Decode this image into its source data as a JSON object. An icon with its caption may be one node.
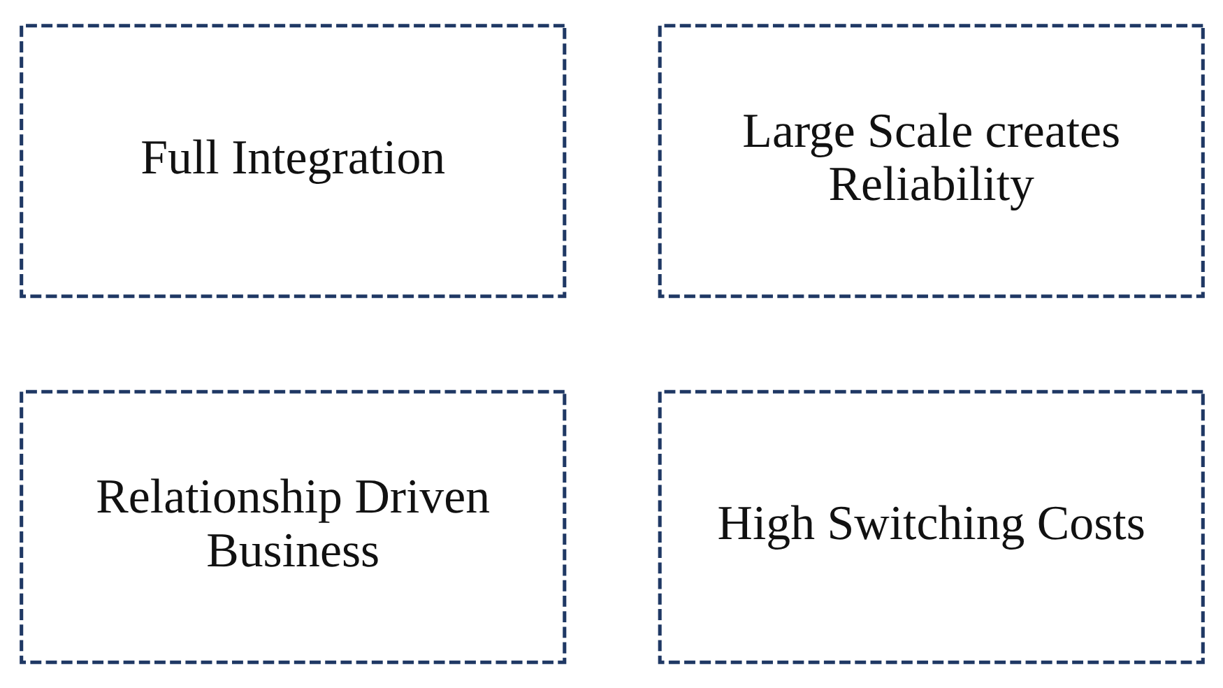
{
  "diagram": {
    "nodes": [
      {
        "text": [
          "Full Integration"
        ]
      },
      {
        "text": [
          "Large Scale creates Reliability"
        ]
      },
      {
        "text": [
          "Relationship Driven Business"
        ]
      },
      {
        "text": [
          "High Switching Costs"
        ]
      }
    ]
  }
}
